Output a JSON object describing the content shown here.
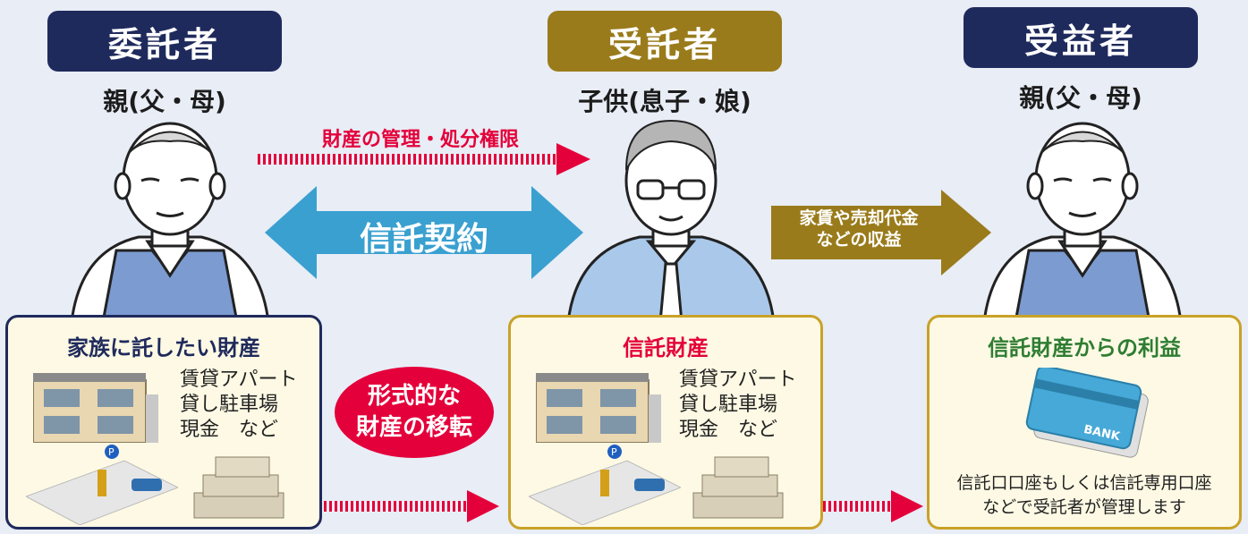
{
  "roles": {
    "settlor": {
      "title": "委託者",
      "sub": "親(父・母)",
      "color": "#1f2a5c"
    },
    "trustee": {
      "title": "受託者",
      "sub": "子供(息子・娘)",
      "color": "#9a7b1b"
    },
    "beneficiary": {
      "title": "受益者",
      "sub": "親(父・母)",
      "color": "#1f2a5c"
    }
  },
  "arrows": {
    "authority": "財産の管理・処分権限",
    "contract": "信託契約",
    "income_line1": "家賃や売却代金",
    "income_line2": "などの収益",
    "transfer_line1": "形式的な",
    "transfer_line2": "財産の移転"
  },
  "boxes": {
    "family_assets": {
      "title": "家族に託したい財産",
      "items": "賃貸アパート\n貸し駐車場\n現金　など"
    },
    "trust_assets": {
      "title": "信託財産",
      "items": "賃貸アパート\n貸し駐車場\n現金　など"
    },
    "trust_income": {
      "title": "信託財産からの利益",
      "card_label": "BANK",
      "note_line1": "信託口口座もしくは信託専用口座",
      "note_line2": "などで受託者が管理します"
    }
  },
  "colors": {
    "navy": "#1f2a5c",
    "gold": "#9a7b1b",
    "red": "#e4003a",
    "blue": "#3aa0d0",
    "green": "#2e7d32",
    "box_bg": "#fdf9e4"
  }
}
